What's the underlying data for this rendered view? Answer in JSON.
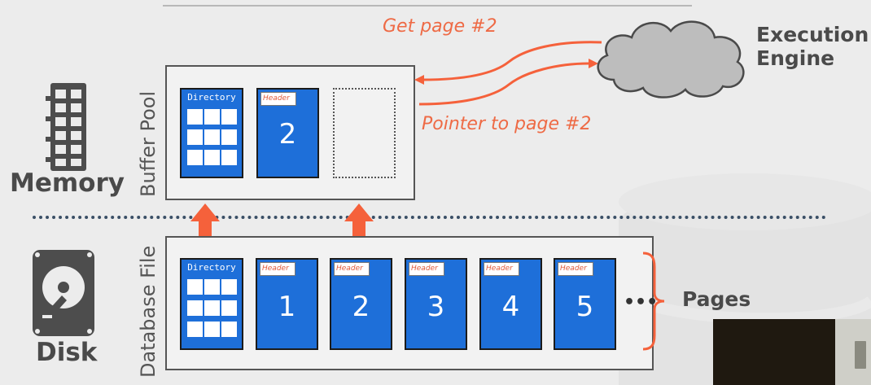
{
  "memory": {
    "label": "Memory"
  },
  "disk": {
    "label": "Disk"
  },
  "buffer_pool": {
    "label": "Buffer Pool",
    "directory_label": "Directory",
    "page": {
      "header": "Header",
      "number": "2"
    }
  },
  "database_file": {
    "label": "Database File",
    "directory_label": "Directory",
    "pages": [
      {
        "header": "Header",
        "number": "1"
      },
      {
        "header": "Header",
        "number": "2"
      },
      {
        "header": "Header",
        "number": "3"
      },
      {
        "header": "Header",
        "number": "4"
      },
      {
        "header": "Header",
        "number": "5"
      }
    ],
    "ellipsis": "•••"
  },
  "annotations": {
    "get_page": "Get page #2",
    "pointer": "Pointer to page #2"
  },
  "execution_engine": {
    "line1": "Execution",
    "line2": "Engine"
  },
  "pages_label": "Pages",
  "colors": {
    "page_blue": "#1e6fd9",
    "arrow_orange": "#f5613b",
    "text_gray": "#4a4a4a"
  },
  "icons": [
    "memory-icon",
    "disk-icon",
    "cloud-icon"
  ]
}
